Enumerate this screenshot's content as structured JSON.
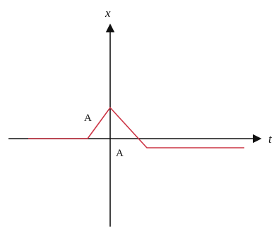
{
  "diagram": {
    "labels": {
      "vertical_axis": "x",
      "horizontal_axis": "t",
      "peak": "A",
      "crossing": "A"
    },
    "colors": {
      "axis": "#111111",
      "waveform": "#cc3344",
      "background": "#ffffff"
    }
  }
}
